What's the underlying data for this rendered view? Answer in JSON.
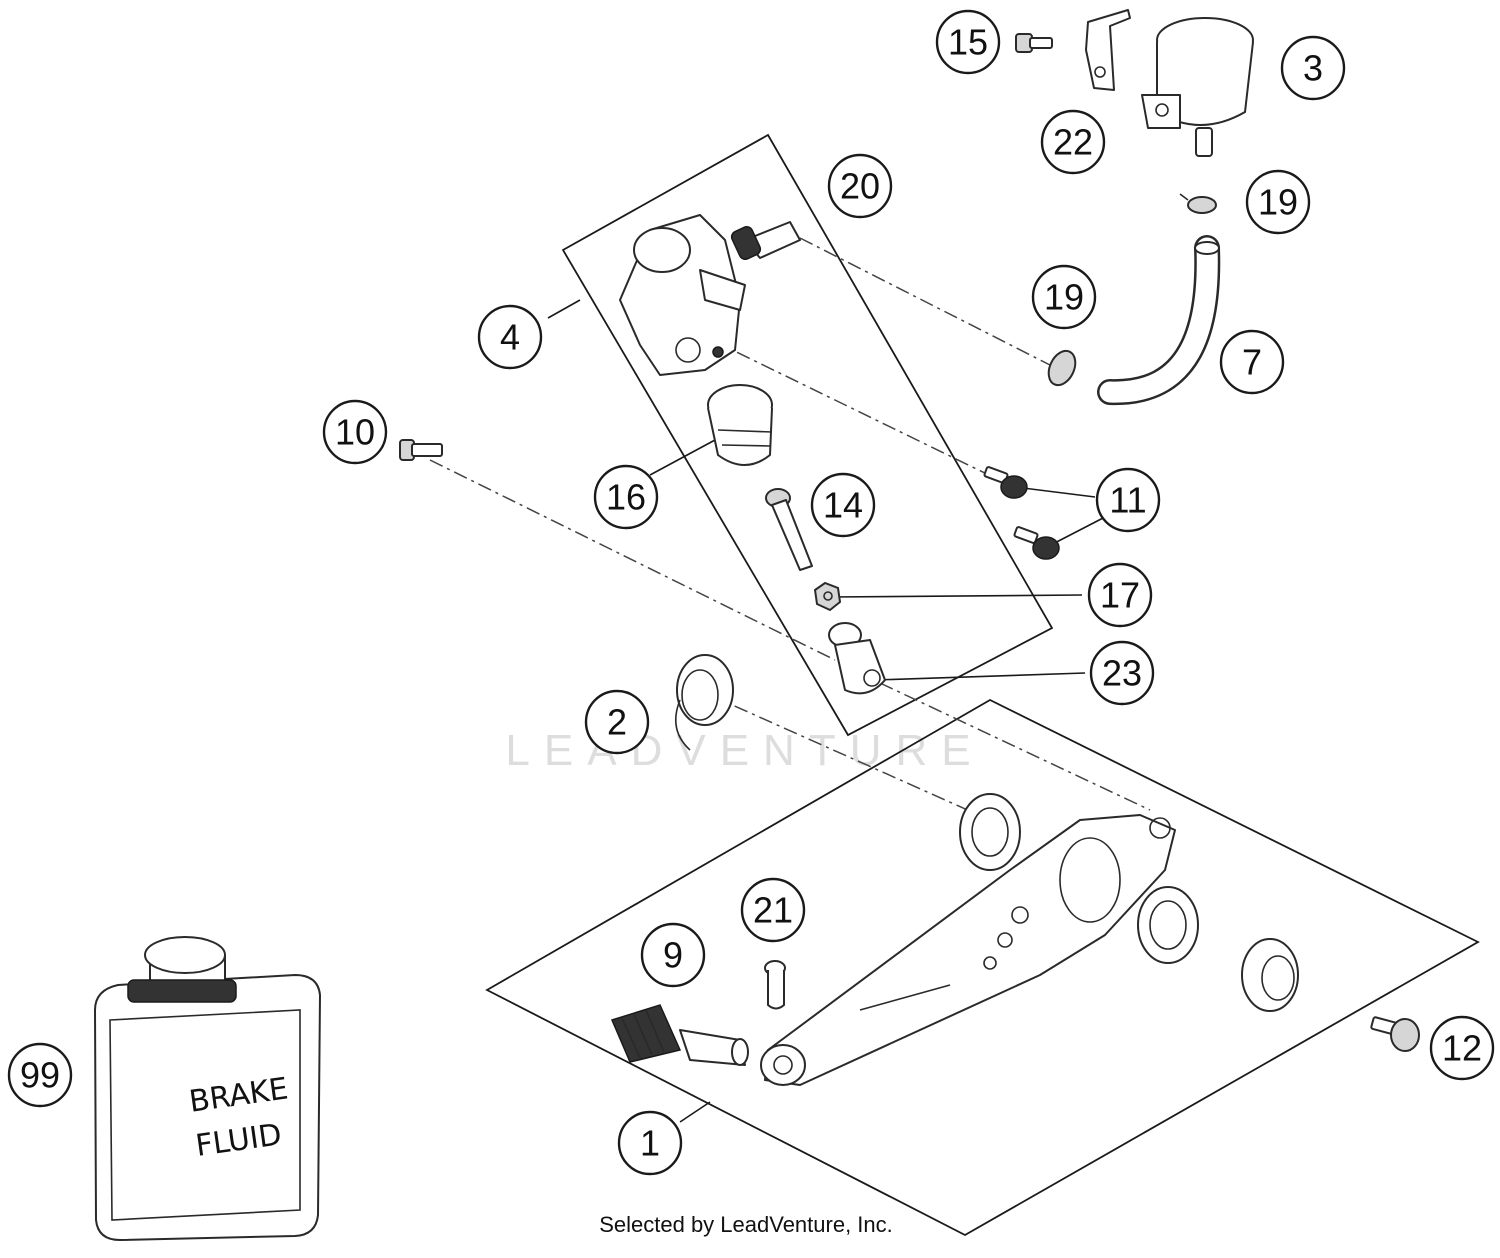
{
  "callouts": [
    {
      "id": "15",
      "label": "15"
    },
    {
      "id": "3",
      "label": "3"
    },
    {
      "id": "22",
      "label": "22"
    },
    {
      "id": "20",
      "label": "20"
    },
    {
      "id": "19a",
      "label": "19"
    },
    {
      "id": "19b",
      "label": "19"
    },
    {
      "id": "4",
      "label": "4"
    },
    {
      "id": "7",
      "label": "7"
    },
    {
      "id": "10",
      "label": "10"
    },
    {
      "id": "11",
      "label": "11"
    },
    {
      "id": "16",
      "label": "16"
    },
    {
      "id": "14",
      "label": "14"
    },
    {
      "id": "17",
      "label": "17"
    },
    {
      "id": "23",
      "label": "23"
    },
    {
      "id": "2",
      "label": "2"
    },
    {
      "id": "21",
      "label": "21"
    },
    {
      "id": "9",
      "label": "9"
    },
    {
      "id": "12",
      "label": "12"
    },
    {
      "id": "99",
      "label": "99"
    },
    {
      "id": "1",
      "label": "1"
    }
  ],
  "bottle_label": {
    "line1": "BRAKE",
    "line2": "FLUID"
  },
  "watermark": "LEADVENTURE",
  "credit": "Selected by LeadVenture, Inc."
}
